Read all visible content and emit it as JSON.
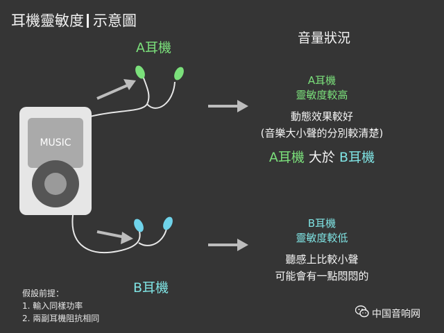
{
  "title": {
    "main": "耳機靈敏度",
    "sub": "示意圖"
  },
  "player": {
    "screen_label": "MUSIC"
  },
  "earphone_a": {
    "label": "A耳機"
  },
  "earphone_b": {
    "label": "B耳機"
  },
  "volume_heading": "音量狀況",
  "panel_a": {
    "name": "A耳機",
    "sensitivity": "靈敏度較高",
    "effect": "動態效果較好",
    "detail": "(音樂大小聲的分別較清楚)"
  },
  "comparison": {
    "left": "A耳機",
    "middle": "大於",
    "right": "B耳機"
  },
  "panel_b": {
    "name": "B耳機",
    "sensitivity": "靈敏度較低",
    "effect": "聽感上比較小聲",
    "detail": "可能會有一點悶悶的"
  },
  "assumptions": {
    "heading": "假設前提：",
    "items": [
      "1. 輸入同樣功率",
      "2. 兩副耳機阻抗相同"
    ]
  },
  "watermark": {
    "text": "中国音响网",
    "icon": "wechat-icon"
  },
  "colors": {
    "background": "#353535",
    "earphone_a": "#7be07b",
    "earphone_b": "#6fd3ea",
    "player": "#e6e6e6",
    "arrow": "#bdbdbd"
  }
}
